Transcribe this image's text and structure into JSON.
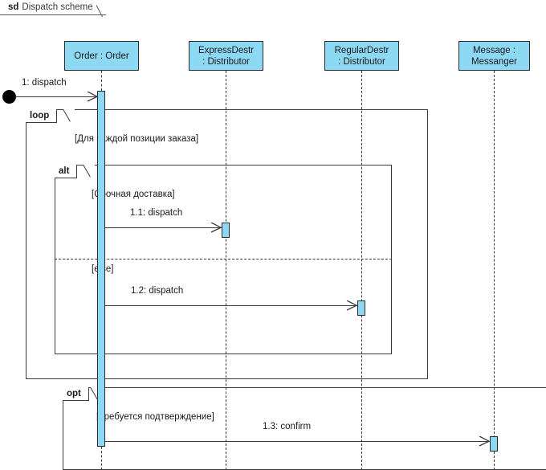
{
  "frame": {
    "keyword": "sd",
    "title": "Dispatch scheme"
  },
  "lifelines": [
    {
      "id": "order",
      "name": "Order : Order",
      "line1": "Order : Order",
      "line2": ""
    },
    {
      "id": "expressdestr",
      "name": "ExpressDestr : Distributor",
      "line1": "ExpressDestr",
      "line2": ": Distributor"
    },
    {
      "id": "regulardestr",
      "name": "RegularDestr : Distributor",
      "line1": "RegularDestr",
      "line2": ": Distributor"
    },
    {
      "id": "message",
      "name": "Message : Messanger",
      "line1": "Message :",
      "line2": "Messanger"
    }
  ],
  "messages": [
    {
      "id": "m1",
      "label": "1: dispatch",
      "from": "start",
      "to": "order"
    },
    {
      "id": "m11",
      "label": "1.1: dispatch",
      "from": "order",
      "to": "expressdestr"
    },
    {
      "id": "m12",
      "label": "1.2: dispatch",
      "from": "order",
      "to": "regulardestr"
    },
    {
      "id": "m13",
      "label": "1.3: confirm",
      "from": "order",
      "to": "message"
    }
  ],
  "fragments": [
    {
      "id": "loop",
      "operator": "loop",
      "guards": [
        "[Для каждой позиции заказа]"
      ]
    },
    {
      "id": "alt",
      "operator": "alt",
      "guards": [
        "[Срочная доставка]",
        "[else]"
      ]
    },
    {
      "id": "opt",
      "operator": "opt",
      "guards": [
        "[Требуется подтверждение]"
      ]
    }
  ],
  "colors": {
    "lifeline_fill": "#8DD8F2",
    "activation_fill": "#8DD8F2",
    "line": "#3a3a3a",
    "text": "#1a1a1a",
    "start_node": "#000000",
    "background": "#ffffff"
  }
}
